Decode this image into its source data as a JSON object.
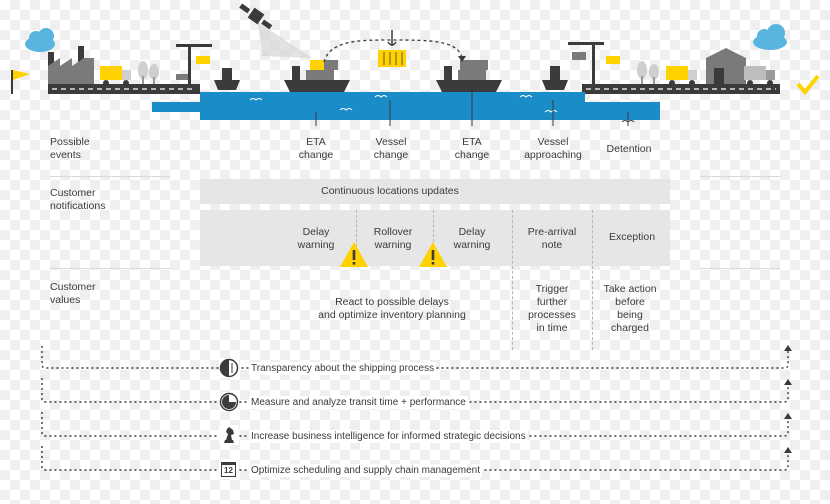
{
  "rows": {
    "possible_events": "Possible\nevents",
    "customer_notifications": "Customer\nnotifications",
    "customer_values": "Customer\nvalues"
  },
  "events": [
    "ETA\nchange",
    "Vessel\nchange",
    "ETA\nchange",
    "Vessel\napproaching",
    "Detention"
  ],
  "continuous_updates": "Continuous locations updates",
  "notifications": [
    "Delay\nwarning",
    "Rollover\nwarning",
    "Delay\nwarning",
    "Pre-arrival\nnote",
    "Exception"
  ],
  "values": {
    "react": "React to possible delays\nand optimize inventory planning",
    "trigger": "Trigger\nfurther\nprocesses\nin time",
    "take_action": "Take action\nbefore\nbeing\ncharged"
  },
  "benefits": [
    {
      "text": "Transparency about the shipping process",
      "icon": "half-circle-icon"
    },
    {
      "text": "Measure and analyze transit time + performance",
      "icon": "pie-chart-icon"
    },
    {
      "text": "Increase business intelligence for informed strategic decisions",
      "icon": "chess-knight-icon"
    },
    {
      "text": "Optimize scheduling and supply chain management",
      "icon": "calendar-icon",
      "calendar_day": "12"
    }
  ],
  "colors": {
    "water": "#1a8cc8",
    "accent_yellow": "#ffd200",
    "dark": "#3b3b3b",
    "panel": "#e6e6e6",
    "cloud": "#5ab4e0"
  }
}
